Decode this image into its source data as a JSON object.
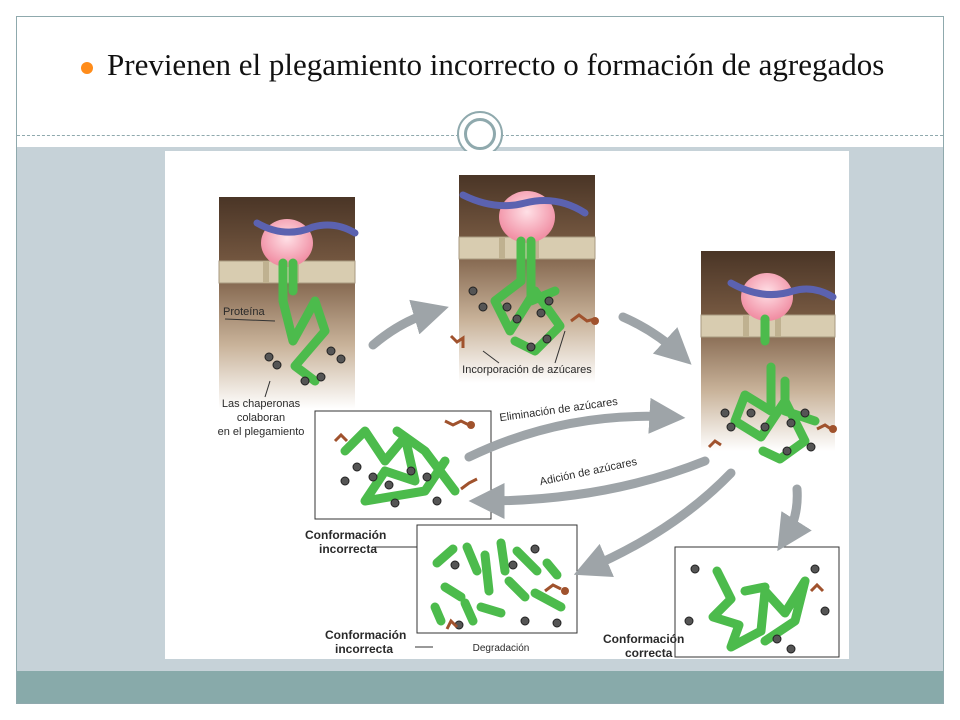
{
  "slide": {
    "bullet_text": "Previenen el plegamiento incorrecto o formación de agregados"
  },
  "figure": {
    "labels": {
      "protein": "Proteína",
      "chaperones_1": "Las chaperonas",
      "chaperones_2": "colaboran",
      "chaperones_3": "en el plegamiento",
      "sugar_incorporation": "Incorporación de azúcares",
      "sugar_removal": "Eliminación de azúcares",
      "sugar_addition": "Adición de azúcares",
      "incorrect_1_a": "Conformación",
      "incorrect_1_b": "incorrecta",
      "incorrect_2_a": "Conformación",
      "incorrect_2_b": "incorrecta",
      "degradation": "Degradación",
      "correct_a": "Conformación",
      "correct_b": "correcta"
    }
  },
  "colors": {
    "bullet": "#ff8c1a",
    "slide_band": "#c6d2d8",
    "bottom_band": "#88aaaa",
    "protein_chain": "#4cbb4c",
    "ribosome": "#f7a3b5",
    "mrna": "#5b62b0",
    "cytosol_dark": "#4a3526",
    "membrane": "#d8ccb0",
    "sugar": "#a0522d",
    "arrow": "#9ea4a8"
  }
}
